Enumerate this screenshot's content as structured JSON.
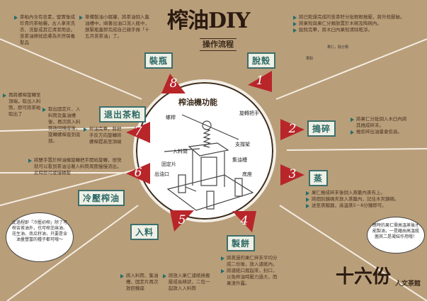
{
  "header": {
    "title": "榨油DIY",
    "subtitle": "操作流程"
  },
  "center": {
    "title": "榨油機功能",
    "parts": [
      "螺桿",
      "旋轉把手",
      "支撐架",
      "入料筒",
      "集油槽",
      "固定片",
      "出油口",
      "底座"
    ]
  },
  "steps": [
    {
      "num": "1",
      "label": "脫殼",
      "text": [
        "將已乾燥完成的苦茶籽分批輕輕搗壓，將外殼壓破。",
        "將果殼與果仁分類放置於木碗及陶碗內。",
        "脫殼完畢，將木臼內果殼清除乾淨。"
      ],
      "notes": [
        "果殼",
        "果仁，殼分類"
      ]
    },
    {
      "num": "2",
      "label": "搗碎",
      "text": [
        "將果仁分批倒入木臼內將其搗成碎末。",
        "搗愈碎出油量會愈高。"
      ]
    },
    {
      "num": "3",
      "label": "蒸",
      "text": [
        "果仁搗成碎末後倒入蒸籠內蒸布上。",
        "將個別鏡碼夾放入蒸籠內，記住木夾鏡碼。",
        "送至蒸餾器，高溫蒸5－8分鐘即可。"
      ]
    },
    {
      "num": "4",
      "label": "製餅",
      "text": [
        "將蒸過的果仁碎末平均分成二份後，放入濾紙內。",
        "將濾紙口摺起來，封口，以免榨油時壓力過大，而果渣外露。"
      ]
    },
    {
      "num": "5",
      "label": "入料",
      "text": [
        "將入料筒、集油槽、固定片再次放回機座",
        "將放入果仁濾紙捲搬壓成長條狀，二包一起放入入料筒"
      ]
    },
    {
      "num": "6",
      "label": "冷壓榨油",
      "text": [
        "將雙手置於榨油機旋轉把手開始旋轉，很快就可以看到茶油沿著入料筒周圍慢慢流出，此時即可緩慢轉壓"
      ]
    },
    {
      "num": "7",
      "label": "退出茶粕",
      "text": [
        "再將螺桿旋轉至頂端，取出入料筒，即可將茶粕取出了",
        "取出固定片、入料筒及集油槽後，再次將入料筒放回機座後，旋轉螺桿直到底部。",
        "榨油完畢，將把手反方向旋轉將螺桿提高至頂端"
      ]
    },
    {
      "num": "8",
      "label": "裝瓶",
      "text": [
        "準備製油小瓶罐，將茶油倒入集油槽中，順著出油口流入瓶中，鎖緊瓶蓋即完成自己親手做「十五月苦茶油」了。"
      ]
    }
  ],
  "tips": {
    "tea_cake": "茶粕內含有皂素，堅實後成珍貴的茶粕曬，古人拿來洗衣、洗髮或其它清潔用途。苦茶油擦拭皮膚為天然保養聖品",
    "cold_press": "此過程即「冷壓初榨」除了可榨苦茶油外，也可榨芝麻油、花生油、南瓜籽油，只要是含油量豐富的種子都可哦～",
    "steam": "應時的果仁需高溫蒸後才能製油，一是藉由高溫殺菌其二是凝結作用哦！"
  },
  "logo": {
    "main": "十六份",
    "sub": "人文茶館"
  },
  "colors": {
    "background": "#b99e7a",
    "accent_red": "#b8262a",
    "label_teal": "#2e6a66"
  }
}
